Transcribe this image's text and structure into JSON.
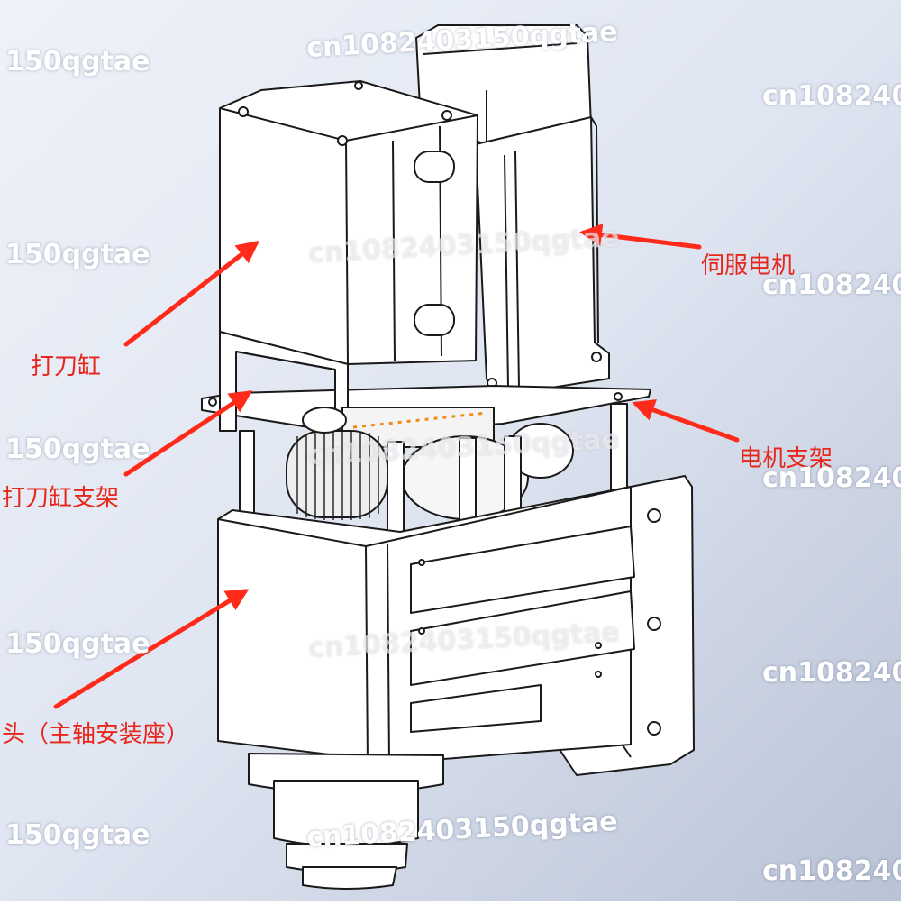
{
  "labels": {
    "servo_motor": "伺服电机",
    "tool_cylinder": "打刀缸",
    "motor_bracket": "电机支架",
    "cylinder_bracket": "打刀缸支架",
    "spindle_head": "头（主轴安装座）"
  },
  "watermarks": {
    "left_short": "150qgtae",
    "right_short": "cn108240",
    "long": "cn108240315 0qgtae",
    "long2": "cn1082403150qgtae"
  },
  "colors": {
    "arrow": "#ff2a1a",
    "label_text": "#e8261c",
    "background": "#dfe6f2",
    "outline": "#1a1a1a",
    "part_fill": "#ffffff"
  }
}
